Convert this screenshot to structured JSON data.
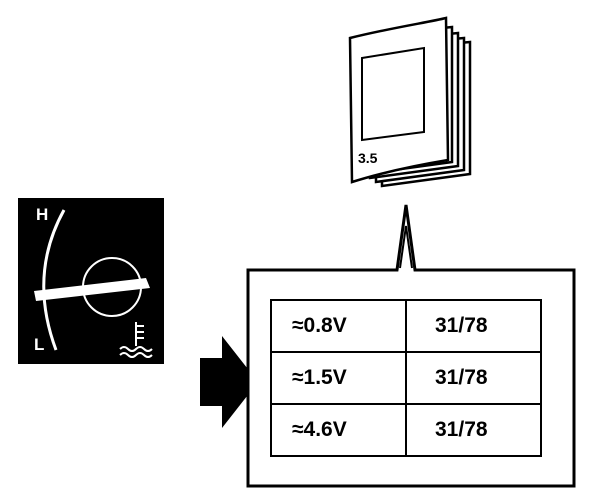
{
  "gauge": {
    "high_label": "H",
    "low_label": "L",
    "coolant_symbol": "coolant-temperature-icon"
  },
  "manual": {
    "page_label": "3.5",
    "icon": "manual-book-icon"
  },
  "table": {
    "rows": [
      {
        "voltage": "≈0.8V",
        "code": "31/78"
      },
      {
        "voltage": "≈1.5V",
        "code": "31/78"
      },
      {
        "voltage": "≈4.6V",
        "code": "31/78"
      }
    ]
  },
  "pointer": "arrow-right-icon",
  "colors": {
    "ink": "#000000",
    "paper": "#ffffff"
  }
}
